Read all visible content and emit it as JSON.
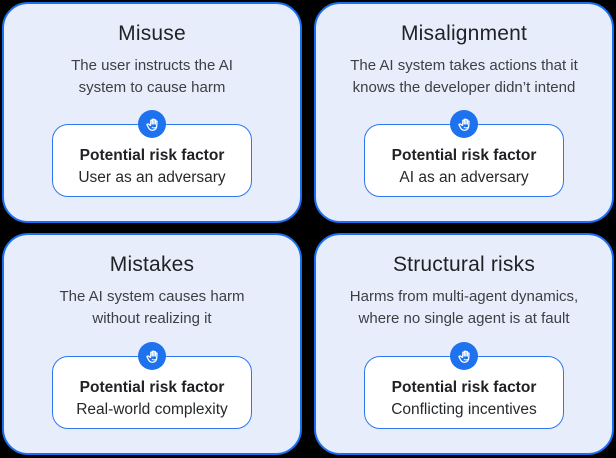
{
  "figure": {
    "name": "AI risk categories",
    "background_color": "#000000",
    "colors": {
      "card_background": "#e7edfb",
      "card_border": "#1a6ef3",
      "inner_box_border": "#2e78f0",
      "inner_box_background": "#ffffff",
      "icon_circle": "#1e72ee",
      "title_text": "#1f2125",
      "description_text": "#3c4043",
      "label_text": "#202124"
    }
  },
  "cards": [
    {
      "title": "Misuse",
      "desc_line1": "The user instructs the AI",
      "desc_line2": "system to cause harm",
      "risk_label": "Potential risk factor",
      "risk_value": "User as an adversary",
      "icon": "raised-hand-icon"
    },
    {
      "title": "Misalignment",
      "desc_line1": "The AI system takes actions that it",
      "desc_line2": "knows the developer didn’t intend",
      "risk_label": "Potential risk factor",
      "risk_value": "AI as an adversary",
      "icon": "raised-hand-icon"
    },
    {
      "title": "Mistakes",
      "desc_line1": "The AI system causes harm",
      "desc_line2": "without realizing it",
      "risk_label": "Potential risk factor",
      "risk_value": "Real-world complexity",
      "icon": "raised-hand-icon"
    },
    {
      "title": "Structural risks",
      "desc_line1": "Harms from multi-agent dynamics,",
      "desc_line2": "where no single agent is at fault",
      "risk_label": "Potential risk factor",
      "risk_value": "Conflicting incentives",
      "icon": "raised-hand-icon"
    }
  ]
}
